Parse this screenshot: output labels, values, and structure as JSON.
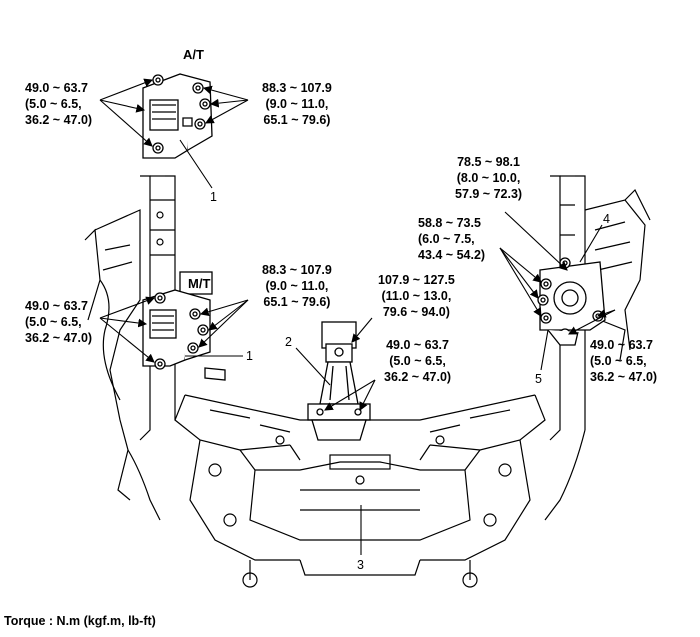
{
  "headers": {
    "at": "A/T",
    "mt": "M/T"
  },
  "torques": {
    "at_left": [
      "49.0 ~ 63.7",
      "(5.0 ~ 6.5,",
      "36.2 ~ 47.0)"
    ],
    "at_right": [
      "88.3 ~ 107.9",
      "(9.0 ~ 11.0,",
      "65.1 ~ 79.6)"
    ],
    "mt_left": [
      "49.0 ~ 63.7",
      "(5.0 ~ 6.5,",
      "36.2 ~ 47.0)"
    ],
    "mt_right": [
      "88.3 ~ 107.9",
      "(9.0 ~ 11.0,",
      "65.1 ~ 79.6)"
    ],
    "roll_top": [
      "107.9 ~ 127.5",
      "(11.0 ~ 13.0,",
      "79.6 ~ 94.0)"
    ],
    "roll_bot": [
      "49.0 ~ 63.7",
      "(5.0 ~ 6.5,",
      "36.2 ~ 47.0)"
    ],
    "eng_top": [
      "78.5 ~ 98.1",
      "(8.0 ~ 10.0,",
      "57.9 ~ 72.3)"
    ],
    "eng_mid": [
      "58.8 ~ 73.5",
      "(6.0 ~ 7.5,",
      "43.4 ~ 54.2)"
    ],
    "eng_bot": [
      "49.0 ~ 63.7",
      "(5.0 ~ 6.5,",
      "36.2 ~ 47.0)"
    ]
  },
  "callouts": {
    "c1a": "1",
    "c1b": "1",
    "c2": "2",
    "c3": "3",
    "c4": "4",
    "c5": "5"
  },
  "footer": "Torque : N.m (kgf.m, lb-ft)"
}
